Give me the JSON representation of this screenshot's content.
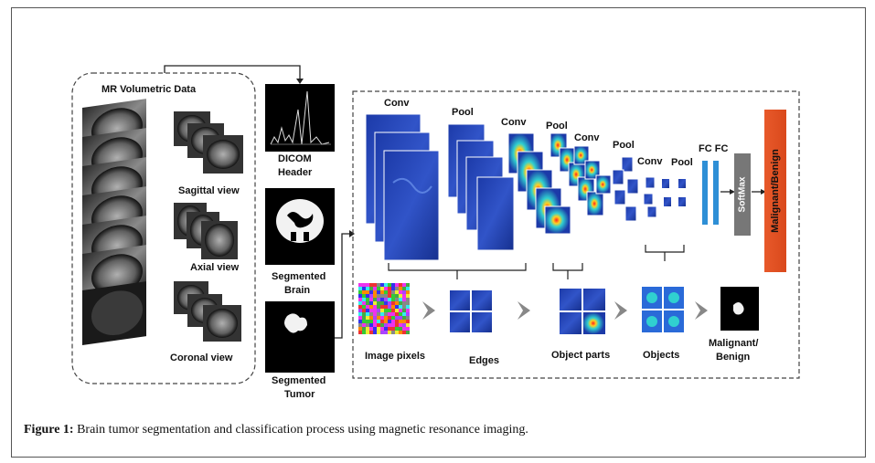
{
  "diagram": {
    "left_panel_title": "MR Volumetric Data",
    "views": [
      "Sagittal view",
      "Axial view",
      "Coronal view"
    ],
    "dicom": [
      "DICOM",
      "Header"
    ],
    "seg_brain": [
      "Segmented",
      "Brain"
    ],
    "seg_tumor": [
      "Segmented",
      "Tumor"
    ],
    "layers": {
      "conv1": "Conv",
      "pool1": "Pool",
      "conv2": "Conv",
      "pool2": "Pool",
      "conv3": "Conv",
      "pool3": "Pool",
      "conv4": "Conv",
      "pool4": "Pool",
      "fc": "FC FC",
      "softmax": "SoftMax",
      "output": "Malignant/Benign"
    },
    "features": {
      "pixels": "Image pixels",
      "edges": "Edges",
      "parts": "Object parts",
      "objects": "Objects",
      "result": [
        "Malignant/",
        "Benign"
      ]
    },
    "colors": {
      "accent_orange": "#e8592a",
      "feature_blue": "#2a44b8",
      "softmax_gray": "#777777"
    }
  },
  "caption": {
    "label": "Figure 1:",
    "text": " Brain tumor segmentation and classification process using magnetic resonance imaging."
  }
}
